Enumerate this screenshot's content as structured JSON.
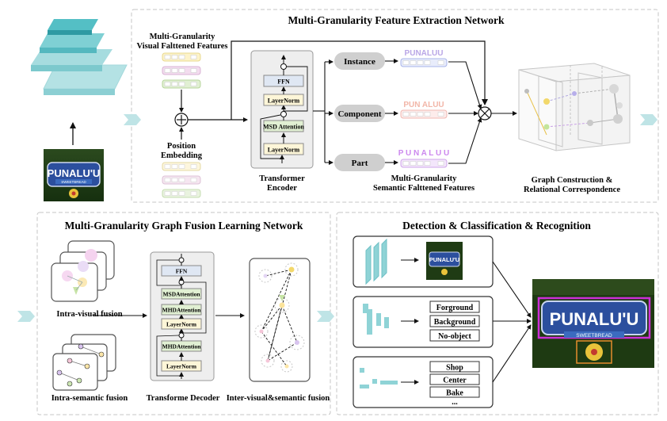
{
  "top_panel": {
    "title": "Multi-Granularity Feature Extraction Network",
    "visual_features_label_1": "Multi-Granularity",
    "visual_features_label_2": "Visual Falttened Features",
    "position_embedding_1": "Position",
    "position_embedding_2": "Embedding",
    "encoder_label_1": "Transformer",
    "encoder_label_2": "Encoder",
    "encoder_blocks": [
      "FFN",
      "LayerNorm",
      "MSD Attention",
      "LayerNorm"
    ],
    "branches": [
      "Instance",
      "Component",
      "Part"
    ],
    "branch_texts": [
      "PUNALUU",
      "PUN ALUU",
      "P U N A L U U"
    ],
    "semantic_label_1": "Multi-Granularity",
    "semantic_label_2": "Semantic Falttened Features",
    "graph_label_1": "Graph Construction &",
    "graph_label_2": "Relational Correspondence"
  },
  "bottom_left_panel": {
    "title": "Multi-Granularity Graph Fusion Learning Network",
    "intra_visual": "Intra-visual fusion",
    "intra_semantic": "Intra-semantic fusion",
    "decoder_label": "Transforme Decoder",
    "decoder_blocks": [
      "FFN",
      "MSDAttention",
      "MHDAttention",
      "LayerNorm",
      "MHDAttention",
      "LayerNorm"
    ],
    "inter_fusion": "Inter-visual&semantic fusion"
  },
  "bottom_right_panel": {
    "title": "Detection & Classification & Recognition",
    "classification_options": [
      "Forground",
      "Background",
      "No-object"
    ],
    "recognition_options": [
      "Shop",
      "Center",
      "Bake",
      "..."
    ]
  },
  "sign": {
    "main_text": "PUNALU'U",
    "sub_text": "SWEETBREAD"
  },
  "colors": {
    "teal": "#7fd0d4",
    "teal_light": "#b3e3e6",
    "panel_border": "#bdbdbd",
    "block_yellow": "#fdf6d8",
    "block_green": "#e1f0d3",
    "block_blue": "#dfe7f3",
    "branch_gray": "#cfcfcf",
    "purple_text": "#b9a6e6",
    "pink_text": "#f2b6a8",
    "violet_text": "#cc88ee"
  }
}
